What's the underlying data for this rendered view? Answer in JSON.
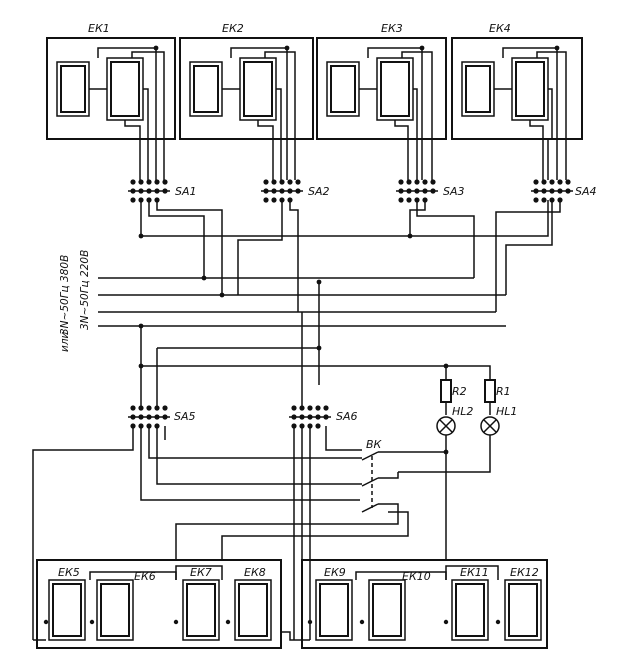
{
  "diagram": {
    "heaters_top": [
      "ЕК1",
      "ЕК2",
      "ЕК3",
      "ЕК4"
    ],
    "switches_top": [
      "SA1",
      "SA2",
      "SA3",
      "SA4"
    ],
    "switches_bottom": [
      "SA5",
      "SA6"
    ],
    "heaters_bottom": [
      "ЕК5",
      "ЕК6",
      "ЕК7",
      "ЕК8",
      "ЕК9",
      "ЕК10",
      "ЕК11",
      "ЕК12"
    ],
    "resistors": [
      "R2",
      "R1"
    ],
    "lamps": [
      "HL2",
      "HL1"
    ],
    "thermostat": "ВК",
    "supply_line1": "3N~50Гц 380В",
    "supply_or": "или",
    "supply_line2": "3N~50Гц 220В"
  }
}
